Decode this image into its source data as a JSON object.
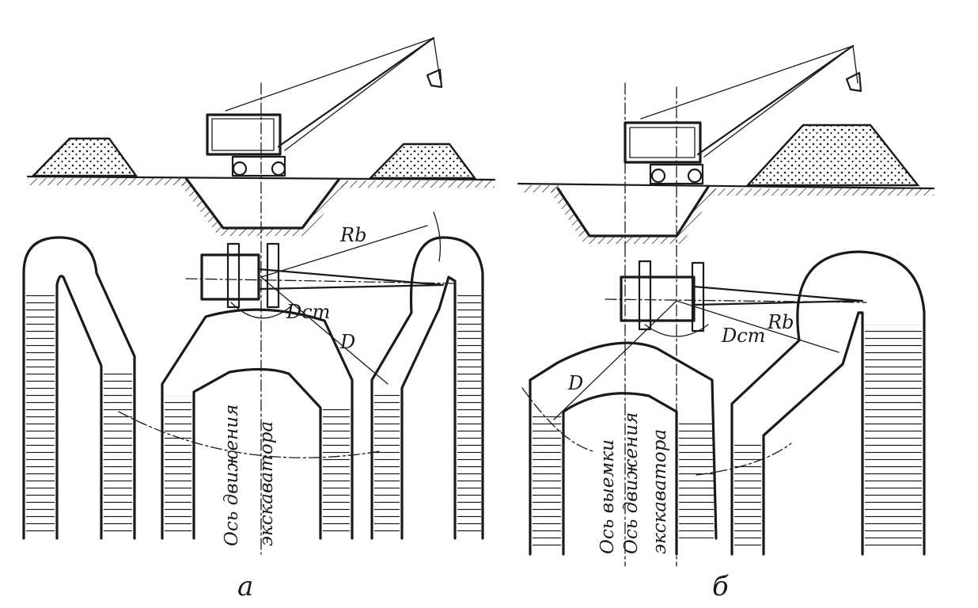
{
  "panels": [
    {
      "letter": "а",
      "labels": {
        "rb": "Rb",
        "dct": "Dст",
        "d": "D"
      },
      "axes": [
        "Ось движения",
        "экскаватора"
      ]
    },
    {
      "letter": "б",
      "labels": {
        "rb": "Rb",
        "dct": "Dст",
        "d": "D"
      },
      "axes": [
        "Ось выемки",
        "Ось движения",
        "экскаватора"
      ]
    }
  ]
}
